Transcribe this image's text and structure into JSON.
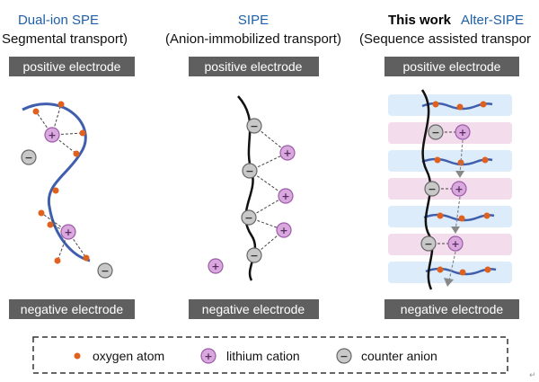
{
  "panels": [
    {
      "title": "Dual-ion SPE",
      "subtitle": "Segmental transport)"
    },
    {
      "title": "SIPE",
      "subtitle": "(Anion-immobilized transport)"
    },
    {
      "title_bold": "This work",
      "title": "Alter-SIPE",
      "subtitle": "(Sequence assisted transpor"
    }
  ],
  "electrodes": {
    "positive": "positive electrode",
    "negative": "negative electrode"
  },
  "legend": {
    "oxygen": "oxygen atom",
    "lithium": "lithium cation",
    "anion": "counter anion"
  },
  "symbols": {
    "plus": "+",
    "minus": "−"
  },
  "stray_mark": "↵",
  "colors": {
    "chain_blue": "#3f5fae",
    "oxygen": "#e0601d",
    "lithium_fill": "#d9a9dd",
    "lithium_edge": "#9c5ba8",
    "anion_fill": "#c8c8c8",
    "anion_edge": "#666666",
    "electrode_bar": "#5f5f5f",
    "blue_band": "#dcecfa",
    "pink_band": "#f3dcec",
    "title_blue": "#1f5fa8"
  }
}
